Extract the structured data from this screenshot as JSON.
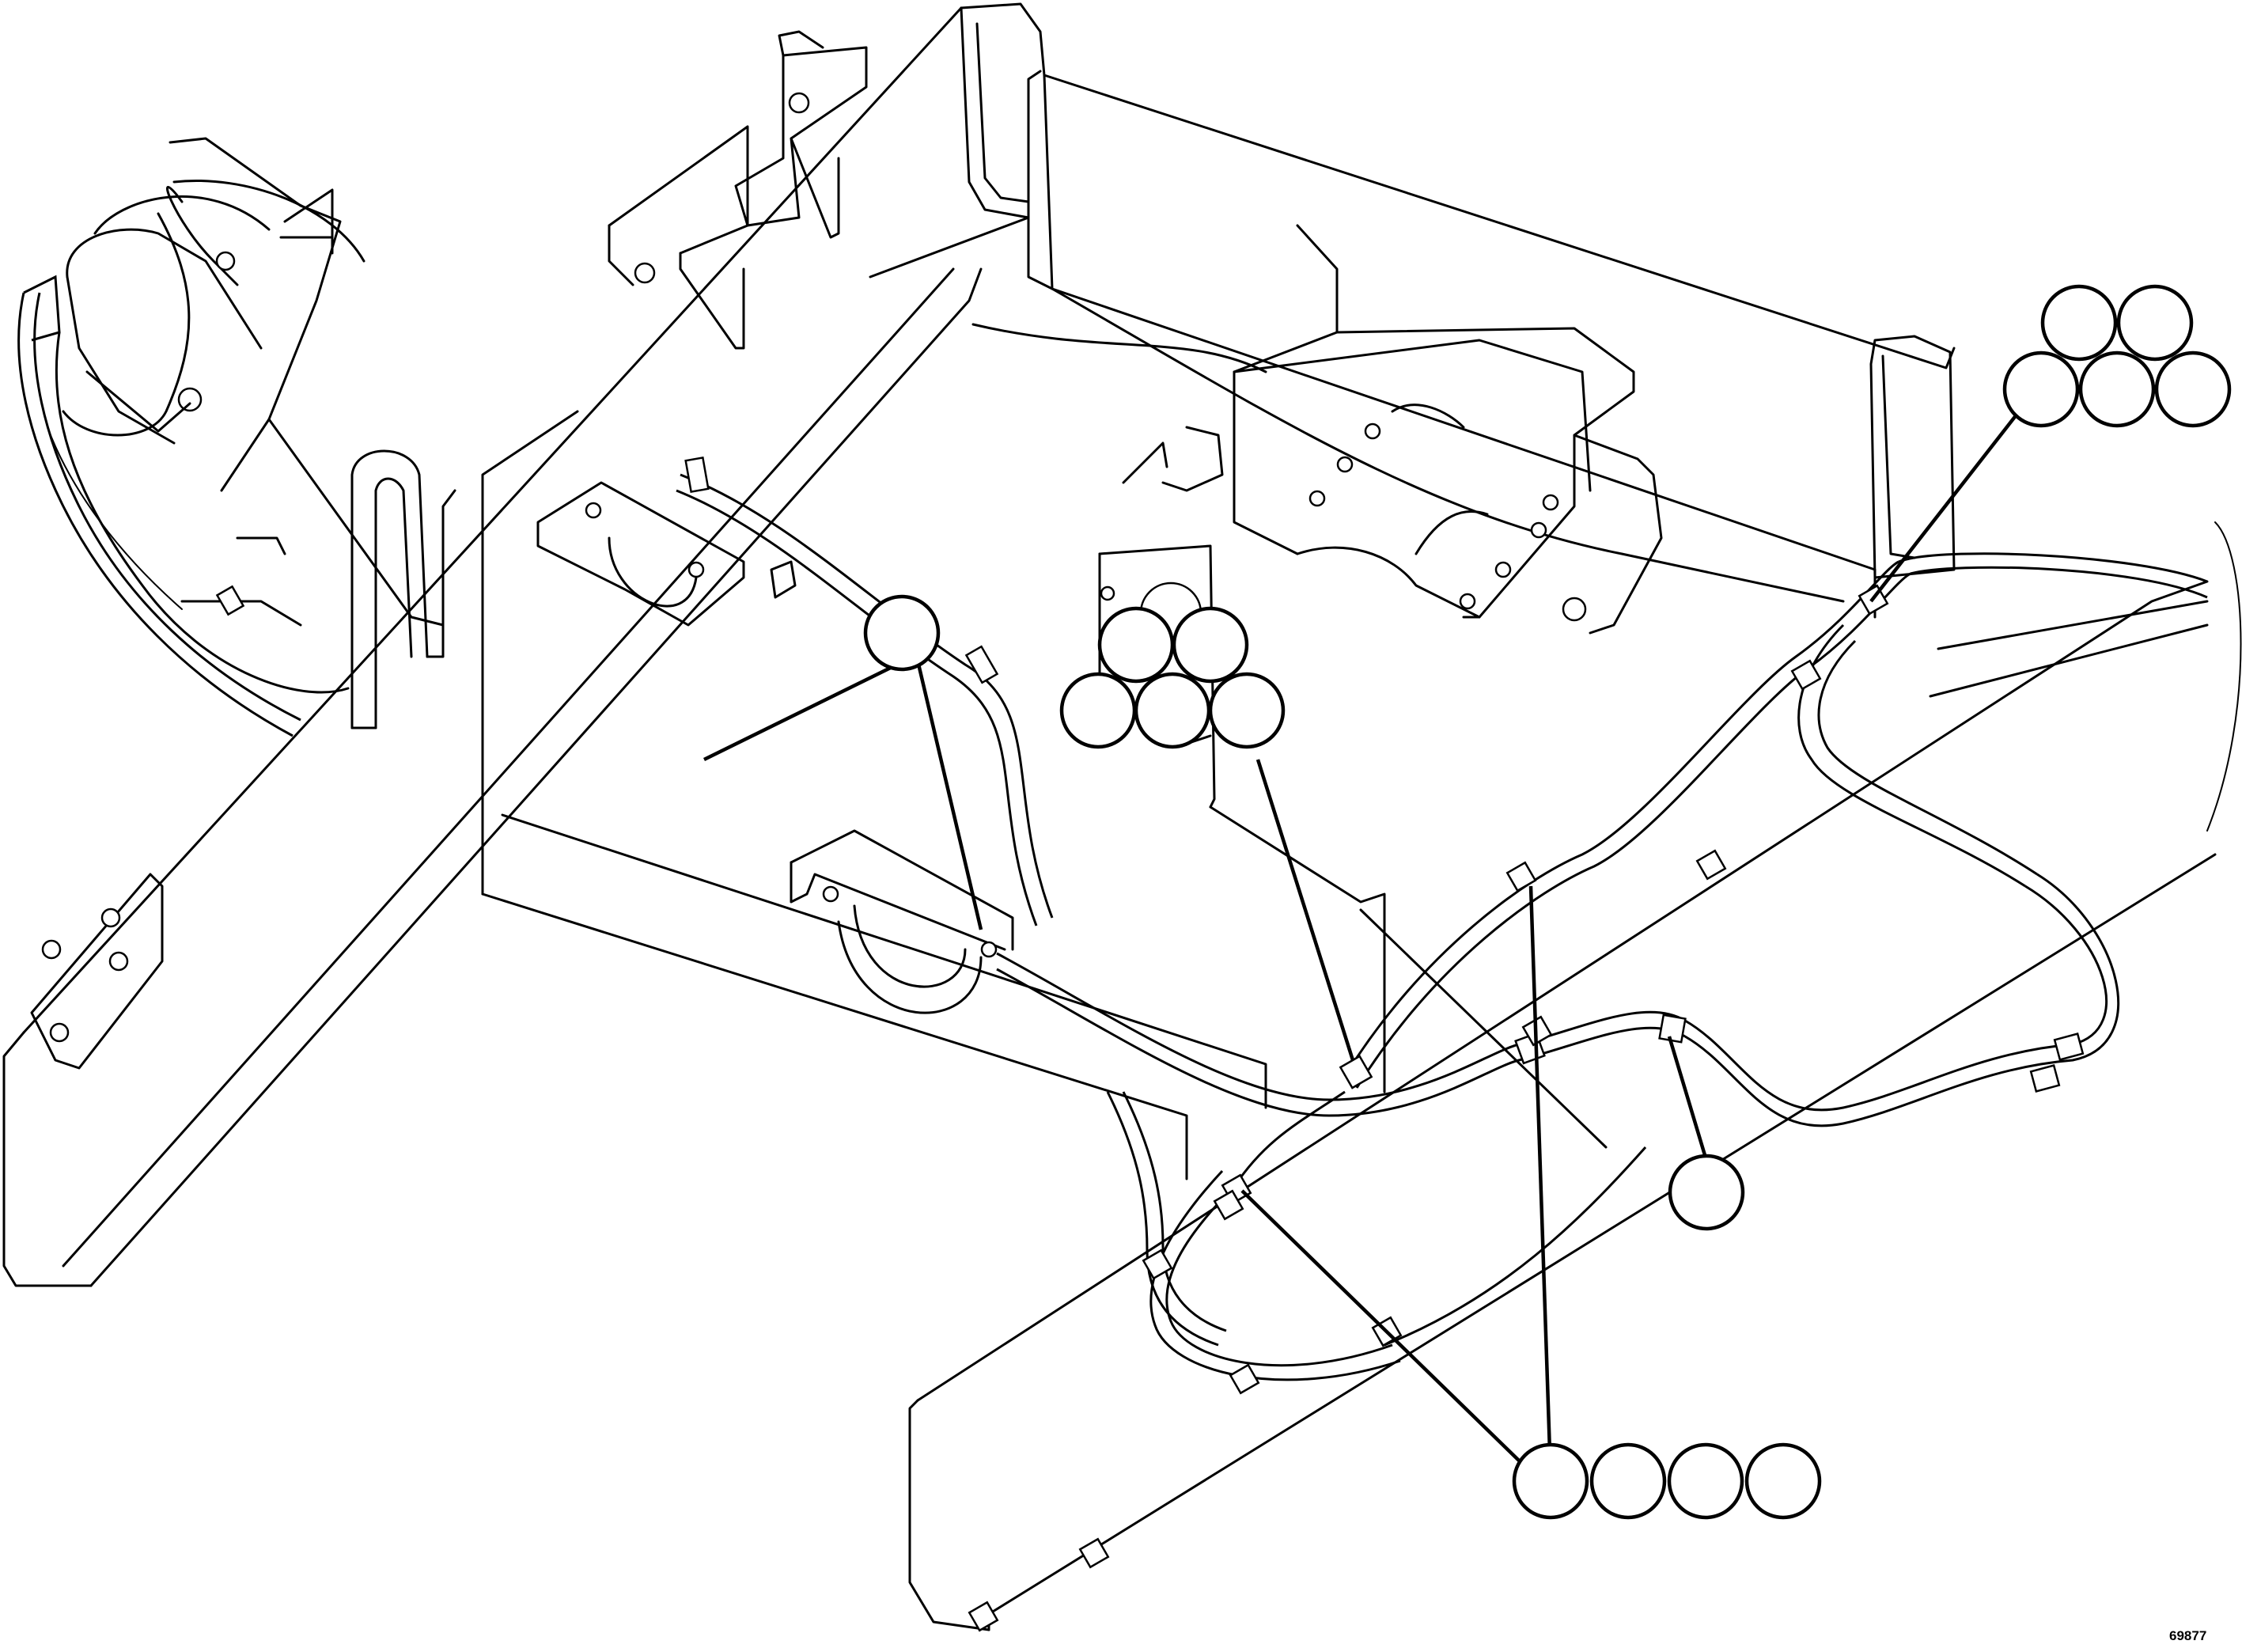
{
  "figure": {
    "number": "69877"
  },
  "callout_groups": [
    {
      "id": "top-right-cluster",
      "count": 5
    },
    {
      "id": "center-cluster",
      "count": 5
    },
    {
      "id": "left-single",
      "count": 1
    },
    {
      "id": "right-single",
      "count": 1
    },
    {
      "id": "bottom-row",
      "count": 4
    }
  ]
}
